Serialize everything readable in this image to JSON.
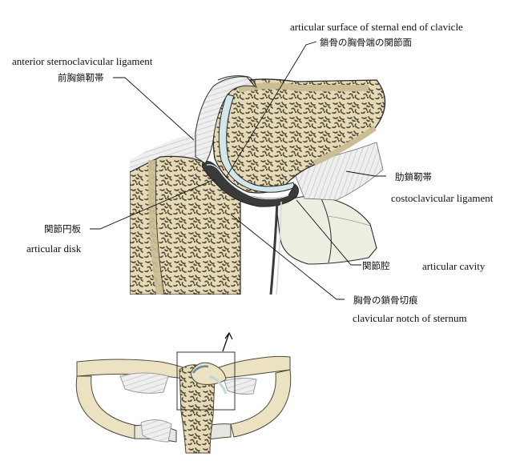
{
  "labels": {
    "articular_surface_en": "articular surface of sternal end of clavicle",
    "articular_surface_ja": "鎖骨の胸骨端の関節面",
    "anterior_ligament_en": "anterior sternoclavicular ligament",
    "anterior_ligament_ja": "前胸鎖靭帯",
    "costoclavicular_ja": "肋鎖靭帯",
    "costoclavicular_en": "costoclavicular ligament",
    "articular_disk_ja": "関節円板",
    "articular_disk_en": "articular disk",
    "articular_cavity_ja": "関節腔",
    "articular_cavity_en": "articular cavity",
    "clavicular_notch_ja": "胸骨の鎖骨切痕",
    "clavicular_notch_en": "clavicular notch of sternum"
  },
  "colors": {
    "bone": "#ece2c2",
    "bone_shadow": "#d8c9a0",
    "marrow": "#4a4434",
    "cartilage": "#d6e8ec",
    "ligament": "#e8e8e8",
    "outline": "#2a2a2a"
  }
}
